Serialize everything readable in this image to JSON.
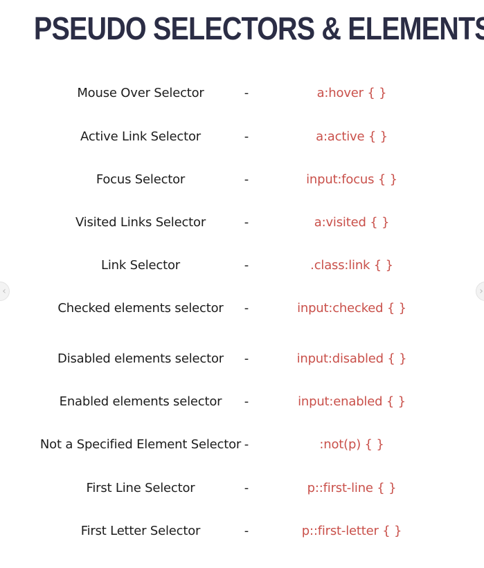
{
  "title": "PSEUDO SELECTORS & ELEMENTS",
  "colors": {
    "title": "#2b2d45",
    "label": "#1c1c1c",
    "code": "#c9504a"
  },
  "separator": "-",
  "rows": [
    {
      "label": "Mouse Over Selector",
      "code": "a:hover { }"
    },
    {
      "label": "Active Link Selector",
      "code": "a:active { }"
    },
    {
      "label": "Focus Selector",
      "code": "input:focus { }"
    },
    {
      "label": "Visited Links Selector",
      "code": "a:visited { }"
    },
    {
      "label": "Link Selector",
      "code": ".class:link { }"
    },
    {
      "label": "Checked elements selector",
      "code": "input:checked { }"
    },
    {
      "label": "Disabled elements selector",
      "code": "input:disabled { }"
    },
    {
      "label": "Enabled elements selector",
      "code": "input:enabled { }"
    },
    {
      "label": "Not a Specified Element Selector",
      "code": ":not(p) { }"
    },
    {
      "label": "First Line Selector",
      "code": "p::first-line { }"
    },
    {
      "label": "First Letter Selector",
      "code": "p::first-letter { }"
    }
  ],
  "nav": {
    "prev_icon": "chevron-left-icon",
    "next_icon": "chevron-right-icon"
  }
}
